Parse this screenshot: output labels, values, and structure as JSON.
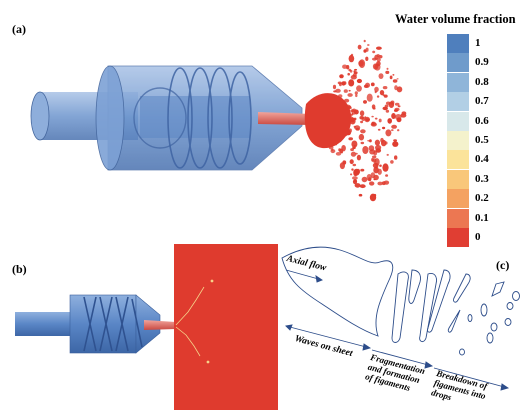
{
  "panels": {
    "a": "(a)",
    "b": "(b)",
    "c": "(c)"
  },
  "colorbar": {
    "title": "Water volume fraction",
    "ticks": [
      "1",
      "0.9",
      "0.8",
      "0.7",
      "0.6",
      "0.5",
      "0.4",
      "0.3",
      "0.2",
      "0.1",
      "0"
    ],
    "colors": [
      "#4f7fbd",
      "#6f9bcb",
      "#8fb5d9",
      "#b2cfe5",
      "#d8e8ea",
      "#f4f2cc",
      "#fbe39a",
      "#f9c77a",
      "#f4a261",
      "#ec7752",
      "#e03e33"
    ]
  },
  "annotations": {
    "axial_flow": "Axial flow",
    "waves_on_sheet": "Waves on sheet",
    "fragmentation_1": "Fragmentation",
    "fragmentation_2": "and formation",
    "fragmentation_3": "of figaments",
    "breakdown_1": "Breakdown of",
    "breakdown_2": "figaments into",
    "breakdown_3": "drops"
  },
  "colors": {
    "nozzle_blue": "#5b86c2",
    "water_red": "#df3b2e",
    "background_red": "#df3b2e"
  }
}
